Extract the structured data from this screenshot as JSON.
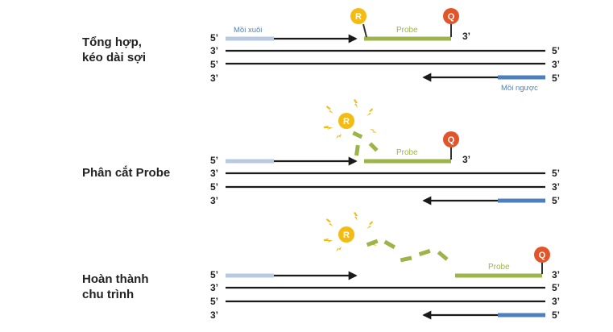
{
  "colors": {
    "strand": "#1a1a1a",
    "forward_primer": "#b8c9e2",
    "reverse_primer": "#4d7fbd",
    "probe": "#9db44a",
    "reporter": "#f4bb12",
    "quencher": "#e2542a",
    "flash": "#f4bb12",
    "title": "#222222",
    "primer_text": "#4d7fbd"
  },
  "icons": {
    "reporter": "reporter-dye-icon",
    "quencher": "quencher-dye-icon",
    "flash": "lightning-bolt-icon"
  },
  "labels": {
    "five_prime": "5’",
    "three_prime": "3’",
    "probe": "Probe",
    "reporter": "R",
    "quencher": "Q",
    "forward_primer": "Mồi xuôi",
    "reverse_primer": "Mồi ngược"
  },
  "steps": [
    {
      "id": "extension",
      "title": [
        "Tổng hợp,",
        "kéo dài sợi"
      ]
    },
    {
      "id": "cleavage",
      "title": [
        "Phân cắt Probe"
      ]
    },
    {
      "id": "cycle-complete",
      "title": [
        "Hoàn thành",
        "chu trình"
      ]
    }
  ]
}
